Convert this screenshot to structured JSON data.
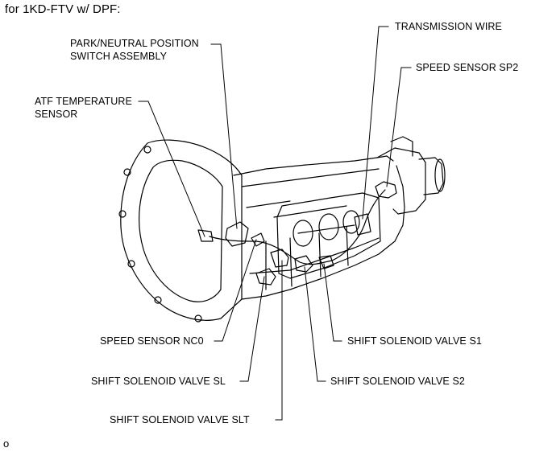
{
  "heading": "for 1KD-FTV w/ DPF:",
  "figure_id": "o",
  "labels": {
    "park_neutral_line1": "PARK/NEUTRAL POSITION",
    "park_neutral_line2": "SWITCH ASSEMBLY",
    "atf_temp_line1": "ATF TEMPERATURE",
    "atf_temp_line2": "SENSOR",
    "transmission_wire": "TRANSMISSION WIRE",
    "speed_sensor_sp2": "SPEED SENSOR SP2",
    "speed_sensor_nc0": "SPEED SENSOR NC0",
    "shift_solenoid_sl": "SHIFT SOLENOID VALVE SL",
    "shift_solenoid_slt": "SHIFT SOLENOID VALVE SLT",
    "shift_solenoid_s1": "SHIFT SOLENOID VALVE S1",
    "shift_solenoid_s2": "SHIFT SOLENOID VALVE S2"
  }
}
